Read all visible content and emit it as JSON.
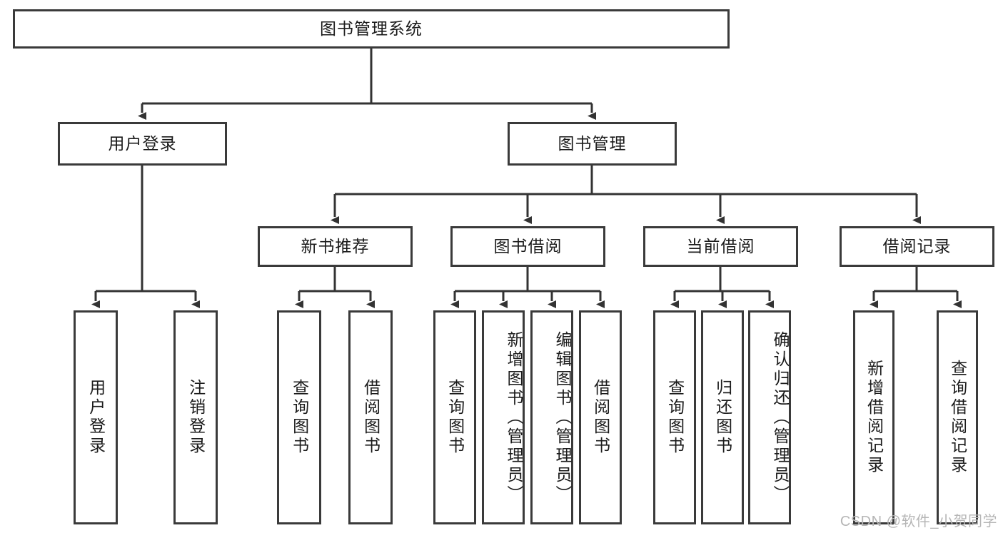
{
  "diagram": {
    "type": "tree-hierarchy",
    "title": "图书管理系统",
    "watermark": "CSDN @软件_小贺同学",
    "colors": {
      "box_border": "#3a3a3a",
      "box_fill": "#ffffff",
      "connector": "#333333",
      "text": "#1b1b1b",
      "watermark": "#b6b6b6"
    },
    "root": {
      "label": "图书管理系统"
    },
    "level2": [
      {
        "label": "用户登录"
      },
      {
        "label": "图书管理"
      }
    ],
    "level3": [
      {
        "label": "新书推荐"
      },
      {
        "label": "图书借阅"
      },
      {
        "label": "当前借阅"
      },
      {
        "label": "借阅记录"
      }
    ],
    "leaves": {
      "user_login": [
        {
          "label": "用户登录"
        },
        {
          "label": "注销登录"
        }
      ],
      "new_book_recommend": [
        {
          "label": "查询图书"
        },
        {
          "label": "借阅图书"
        }
      ],
      "book_borrow": [
        {
          "label": "查询图书"
        },
        {
          "label": "新增图书（管理员）"
        },
        {
          "label": "编辑图书（管理员）"
        },
        {
          "label": "借阅图书"
        }
      ],
      "current_borrow": [
        {
          "label": "查询图书"
        },
        {
          "label": "归还图书"
        },
        {
          "label": "确认归还（管理员）"
        }
      ],
      "borrow_record": [
        {
          "label": "新增借阅记录"
        },
        {
          "label": "查询借阅记录"
        }
      ]
    }
  }
}
